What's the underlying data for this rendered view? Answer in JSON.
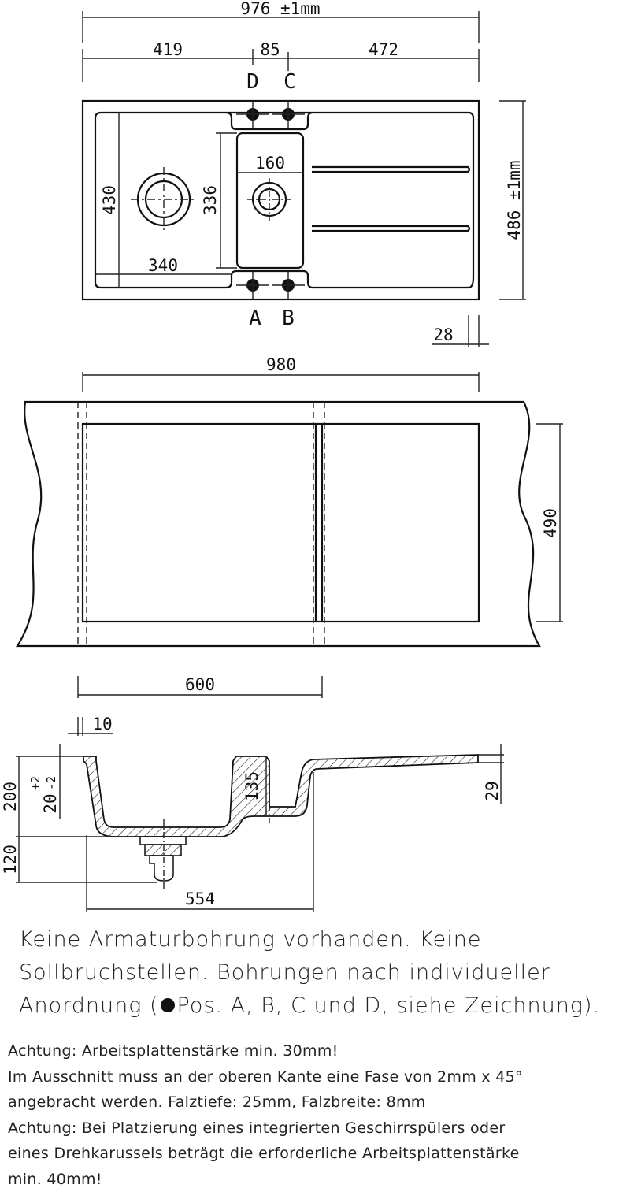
{
  "top_view": {
    "overall_width": "976 ±1mm",
    "seg_left": "419",
    "seg_mid": "85",
    "seg_right": "472",
    "label_d": "D",
    "label_c": "C",
    "label_a": "A",
    "label_b": "B",
    "bowl_height": "430",
    "bowl_width": "340",
    "small_bowl_height": "336",
    "small_bowl_width": "160",
    "overall_depth": "486 ±1mm",
    "rim": "28"
  },
  "cutout_view": {
    "width": "980",
    "depth": "490",
    "bowl_cutout": "600"
  },
  "section_view": {
    "overhang": "10",
    "depth": "200",
    "tolerance": "20 +2 -2",
    "tolerance_base": "20",
    "tolerance_plus": "+2",
    "tolerance_minus": "-2",
    "small_depth": "135",
    "drainer_height": "29",
    "drain_height": "120",
    "inner_width": "554"
  },
  "notes": {
    "main_lines": [
      "Keine Armaturbohrung vorhanden. Keine",
      "Sollbruchstellen. Bohrungen nach individueller",
      "Anordnung (",
      "Pos. A, B, C und D, siehe Zeichnung)."
    ],
    "small_lines": [
      "Achtung: Arbeitsplattenstärke min. 30mm!",
      "Im Ausschnitt muss an der oberen Kante eine Fase von 2mm x 45°",
      "angebracht werden. Falztiefe: 25mm, Falzbreite: 8mm",
      "Achtung: Bei Platzierung eines integrierten Geschirrspülers oder",
      "eines Drehkarussels beträgt die erforderliche Arbeitsplattenstärke",
      "min. 40mm!"
    ]
  }
}
